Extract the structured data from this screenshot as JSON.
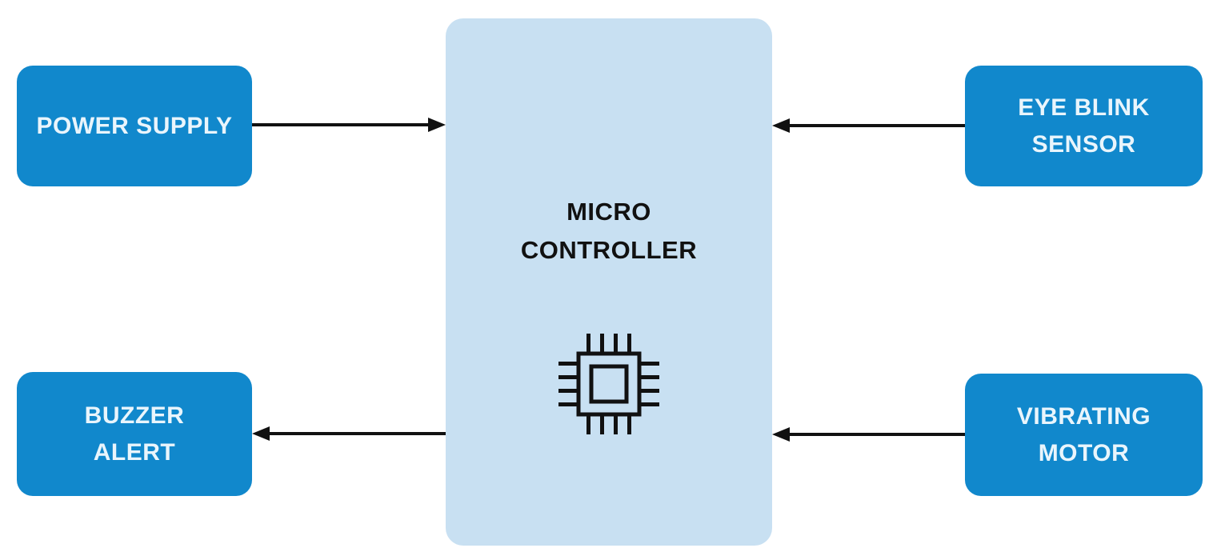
{
  "diagram": {
    "type": "block-diagram",
    "background": "#ffffff"
  },
  "colors": {
    "node_fill": "#1188cc",
    "node_text": "#e9f5fc",
    "controller_fill": "#c8e0f2",
    "controller_text": "#111111",
    "arrow": "#111111"
  },
  "controller": {
    "lines": [
      "MICRO",
      "CONTROLLER"
    ],
    "icon": "microchip-icon"
  },
  "nodes": {
    "power_supply": {
      "lines": [
        "POWER SUPPLY"
      ]
    },
    "eye_blink_sensor": {
      "lines": [
        "EYE BLINK",
        "SENSOR"
      ]
    },
    "buzzer_alert": {
      "lines": [
        "BUZZER",
        "ALERT"
      ]
    },
    "vibrating_motor": {
      "lines": [
        "VIBRATING",
        "MOTOR"
      ]
    }
  },
  "connections": [
    {
      "from": "power_supply",
      "to": "micro_controller",
      "arrowhead": "at-controller-left-edge",
      "direction": "right"
    },
    {
      "from": "eye_blink_sensor",
      "to": "micro_controller",
      "arrowhead": "at-controller-right-edge",
      "direction": "left"
    },
    {
      "from": "micro_controller",
      "to": "buzzer_alert",
      "arrowhead": "at-buzzer-right-edge",
      "direction": "left"
    },
    {
      "from": "vibrating_motor",
      "to": "micro_controller",
      "arrowhead": "at-controller-right-edge",
      "direction": "left"
    }
  ]
}
